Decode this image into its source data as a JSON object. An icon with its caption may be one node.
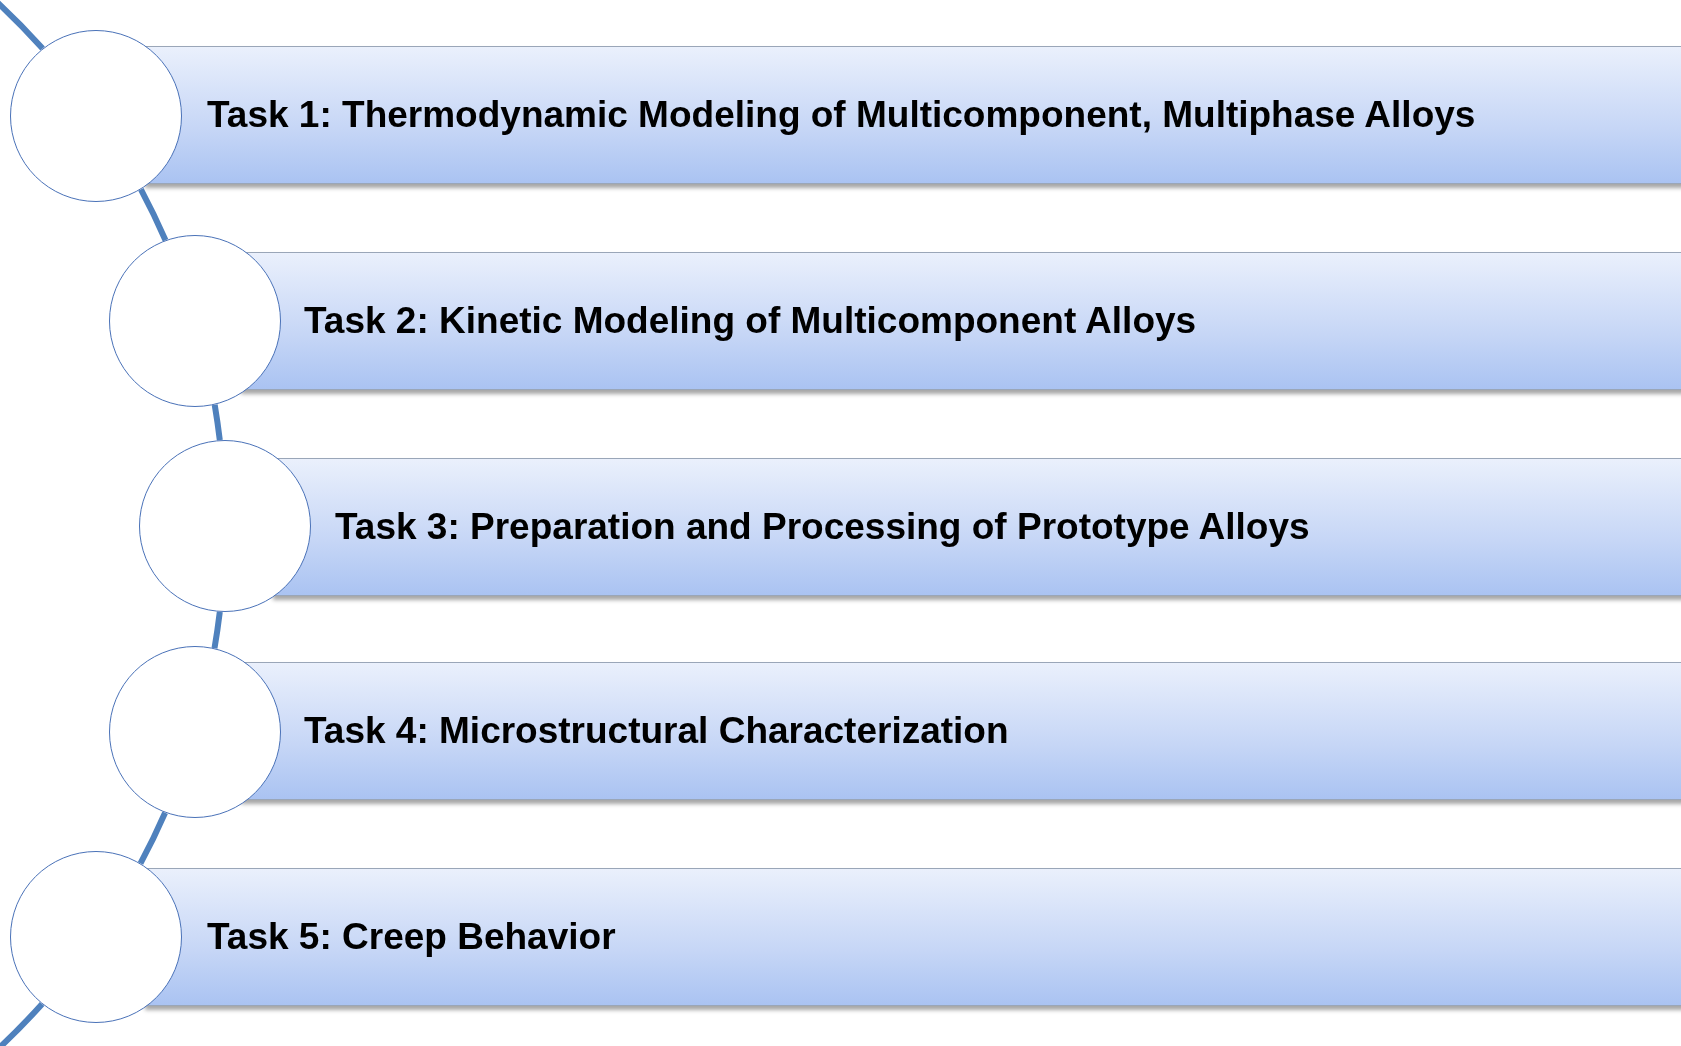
{
  "diagram": {
    "nodes": [
      {
        "text": [],
        "shape": "circle"
      },
      {
        "text": [
          "Task 1: Thermodynamic Modeling of Multicomponent, Multiphase Alloys"
        ]
      },
      {
        "text": [],
        "shape": "circle"
      },
      {
        "text": [
          "Task 2: Kinetic Modeling of Multicomponent Alloys"
        ]
      },
      {
        "text": [],
        "shape": "circle"
      },
      {
        "text": [
          "Task 3: Preparation and Processing of Prototype Alloys"
        ]
      },
      {
        "text": [],
        "shape": "circle"
      },
      {
        "text": [
          "Task 4: Microstructural Characterization"
        ]
      },
      {
        "text": [],
        "shape": "circle"
      },
      {
        "text": [
          "Task 5: Creep Behavior"
        ]
      }
    ],
    "edges": [
      {
        "from": null,
        "to": 0,
        "arrow": "none"
      },
      {
        "from": 0,
        "to": 2,
        "arrow": "none"
      },
      {
        "from": 2,
        "to": 4,
        "arrow": "none"
      },
      {
        "from": 4,
        "to": 6,
        "arrow": "none"
      },
      {
        "from": 6,
        "to": 8,
        "arrow": "none"
      },
      {
        "from": 8,
        "to": null,
        "arrow": "none"
      }
    ]
  }
}
